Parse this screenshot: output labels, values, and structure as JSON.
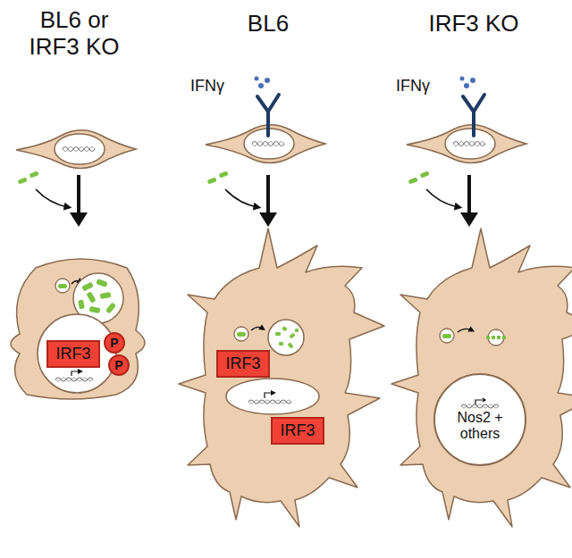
{
  "diagram": {
    "nodes": [
      {
        "text": [
          "IRF3"
        ]
      },
      {
        "text": [
          "P"
        ]
      },
      {
        "text": [
          "P"
        ]
      },
      {
        "text": [
          "IRF3"
        ]
      },
      {
        "text": [
          "IRF3"
        ]
      },
      {
        "text": [
          "Nos2 + others"
        ]
      }
    ],
    "labels": [
      "BL6 or IRF3 KO",
      "BL6",
      "IRF3 KO",
      "IFNγ",
      "IFNγ"
    ]
  }
}
